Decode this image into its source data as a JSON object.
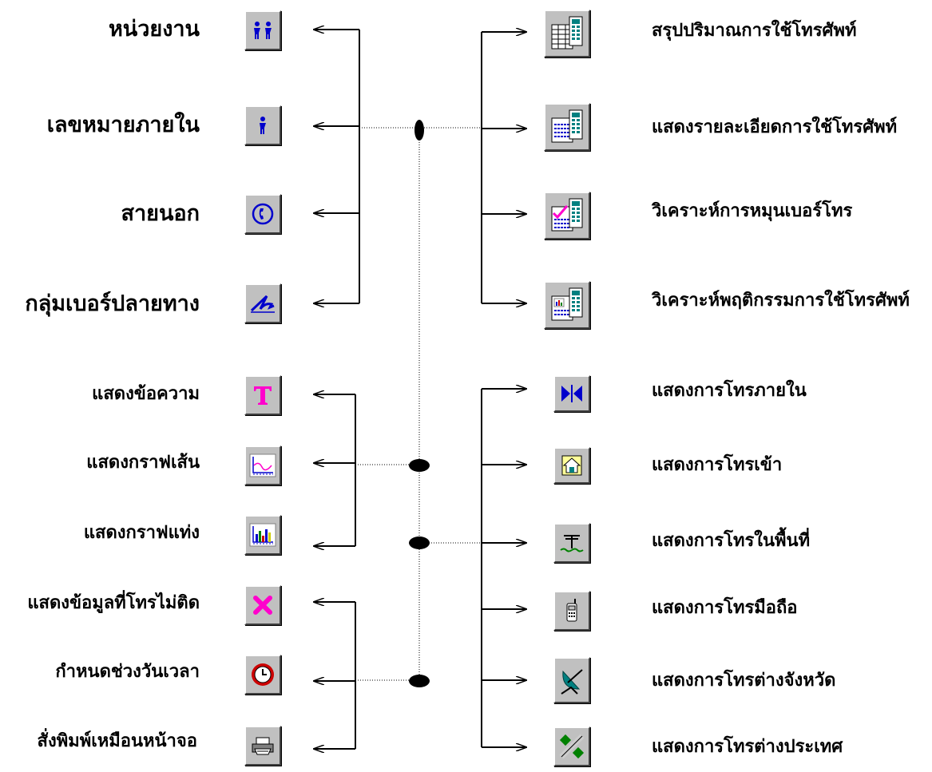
{
  "left_top": {
    "items": [
      {
        "id": "department",
        "label": "หน่วยงาน",
        "icon": "people-icon"
      },
      {
        "id": "extension",
        "label": "เลขหมายภายใน",
        "icon": "person-icon"
      },
      {
        "id": "outside-line",
        "label": "สายนอก",
        "icon": "phone-icon"
      },
      {
        "id": "destination-group",
        "label": "กลุ่มเบอร์ปลายทาง",
        "icon": "signature-icon"
      }
    ]
  },
  "left_bottom": {
    "items": [
      {
        "id": "show-text",
        "label": "แสดงข้อความ",
        "icon": "text-icon"
      },
      {
        "id": "line-graph",
        "label": "แสดงกราฟเส้น",
        "icon": "line-chart-icon"
      },
      {
        "id": "bar-graph",
        "label": "แสดงกราฟแท่ง",
        "icon": "bar-chart-icon"
      },
      {
        "id": "failed-calls",
        "label": "แสดงข้อมูลที่โทรไม่ติด",
        "icon": "x-mark-icon"
      },
      {
        "id": "date-range",
        "label": "กำหนดช่วงวันเวลา",
        "icon": "clock-icon"
      },
      {
        "id": "print-screen",
        "label": "สั่งพิมพ์เหมือนหน้าจอ",
        "icon": "printer-icon"
      }
    ]
  },
  "right_top": {
    "items": [
      {
        "id": "usage-summary",
        "label": "สรุปปริมาณการใช้โทรศัพท์",
        "icon": "summary-report-icon"
      },
      {
        "id": "usage-detail",
        "label": "แสดงรายละเอียดการใช้โทรศัพท์",
        "icon": "detail-report-icon"
      },
      {
        "id": "dial-analysis",
        "label": "วิเคราะห์การหมุนเบอร์โทร",
        "icon": "check-report-icon"
      },
      {
        "id": "behavior-analysis",
        "label": "วิเคราะห์พฤติกรรมการใช้โทรศัพท์",
        "icon": "chart-report-icon"
      }
    ]
  },
  "right_bottom": {
    "items": [
      {
        "id": "internal-calls",
        "label": "แสดงการโทรภายใน",
        "icon": "internal-arrows-icon"
      },
      {
        "id": "incoming-calls",
        "label": "แสดงการโทรเข้า",
        "icon": "house-icon"
      },
      {
        "id": "local-calls",
        "label": "แสดงการโทรในพื้นที่",
        "icon": "antenna-icon"
      },
      {
        "id": "mobile-calls",
        "label": "แสดงการโทรมือถือ",
        "icon": "mobile-phone-icon"
      },
      {
        "id": "long-distance-calls",
        "label": "แสดงการโทรต่างจังหวัด",
        "icon": "satellite-dish-icon"
      },
      {
        "id": "international-calls",
        "label": "แสดงการโทรต่างประเทศ",
        "icon": "satellite-icon"
      }
    ]
  },
  "colors": {
    "button_face": "#c0c0c0",
    "icon_blue": "#0000cc",
    "icon_magenta": "#ff00cc",
    "icon_teal": "#008080",
    "icon_red": "#cc0000"
  }
}
